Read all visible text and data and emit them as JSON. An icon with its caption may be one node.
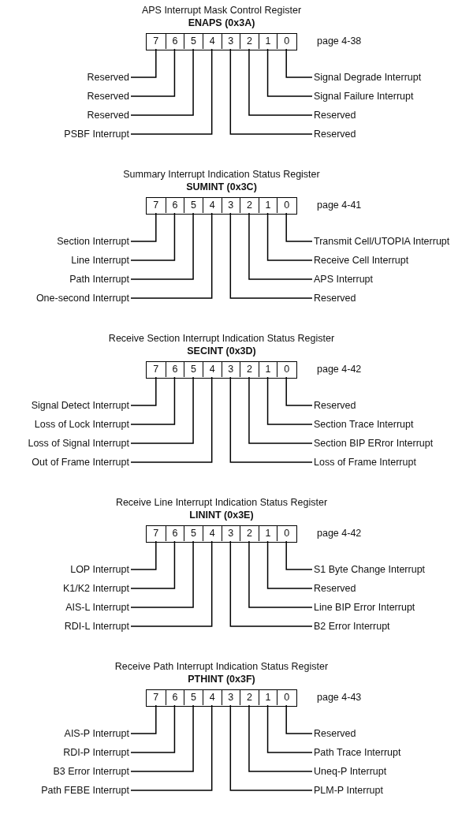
{
  "diagram": {
    "nodes": [
      {
        "text": [
          "APS Interrupt Mask Control Register",
          "ENAPS (0x3A)"
        ],
        "beside": [
          "page 4-38"
        ]
      },
      {
        "text": [
          "7"
        ],
        "in": 0
      },
      {
        "text": [
          "6"
        ],
        "in": 0
      },
      {
        "text": [
          "5"
        ],
        "in": 0
      },
      {
        "text": [
          "4"
        ],
        "in": 0
      },
      {
        "text": [
          "3"
        ],
        "in": 0
      },
      {
        "text": [
          "2"
        ],
        "in": 0
      },
      {
        "text": [
          "1"
        ],
        "in": 0
      },
      {
        "text": [
          "0"
        ],
        "in": 0
      },
      {
        "text": [
          "Reserved"
        ]
      },
      {
        "text": [
          "Signal Degrade Interrupt"
        ]
      },
      {
        "text": [
          "Reserved"
        ]
      },
      {
        "text": [
          "Signal Failure Interrupt"
        ]
      },
      {
        "text": [
          "Reserved"
        ]
      },
      {
        "text": [
          "Reserved"
        ]
      },
      {
        "text": [
          "PSBF Interrupt"
        ]
      },
      {
        "text": [
          "Reserved"
        ]
      },
      {
        "text": [
          "Summary Interrupt Indication Status Register",
          "SUMINT (0x3C)"
        ],
        "beside": [
          "page 4-41"
        ]
      },
      {
        "text": [
          "7"
        ],
        "in": 17
      },
      {
        "text": [
          "6"
        ],
        "in": 17
      },
      {
        "text": [
          "5"
        ],
        "in": 17
      },
      {
        "text": [
          "4"
        ],
        "in": 17
      },
      {
        "text": [
          "3"
        ],
        "in": 17
      },
      {
        "text": [
          "2"
        ],
        "in": 17
      },
      {
        "text": [
          "1"
        ],
        "in": 17
      },
      {
        "text": [
          "0"
        ],
        "in": 17
      },
      {
        "text": [
          "Section Interrupt"
        ]
      },
      {
        "text": [
          "Transmit Cell/UTOPIA Interrupt"
        ]
      },
      {
        "text": [
          "Line Interrupt"
        ]
      },
      {
        "text": [
          "Receive Cell Interrupt"
        ]
      },
      {
        "text": [
          "Path Interrupt"
        ]
      },
      {
        "text": [
          "APS Interrupt"
        ]
      },
      {
        "text": [
          "One-second Interrupt"
        ]
      },
      {
        "text": [
          "Reserved"
        ]
      },
      {
        "text": [
          "Receive Section Interrupt Indication Status Register",
          "SECINT (0x3D)"
        ],
        "beside": [
          "page 4-42"
        ]
      },
      {
        "text": [
          "7"
        ],
        "in": 34
      },
      {
        "text": [
          "6"
        ],
        "in": 34
      },
      {
        "text": [
          "5"
        ],
        "in": 34
      },
      {
        "text": [
          "4"
        ],
        "in": 34
      },
      {
        "text": [
          "3"
        ],
        "in": 34
      },
      {
        "text": [
          "2"
        ],
        "in": 34
      },
      {
        "text": [
          "1"
        ],
        "in": 34
      },
      {
        "text": [
          "0"
        ],
        "in": 34
      },
      {
        "text": [
          "Signal Detect Interrupt"
        ]
      },
      {
        "text": [
          "Reserved"
        ]
      },
      {
        "text": [
          "Loss of Lock Interrupt"
        ]
      },
      {
        "text": [
          "Section Trace Interrupt"
        ]
      },
      {
        "text": [
          "Loss of Signal Interrupt"
        ]
      },
      {
        "text": [
          "Section BIP ERror Interrupt"
        ]
      },
      {
        "text": [
          "Out of Frame Interrupt"
        ]
      },
      {
        "text": [
          "Loss of Frame Interrupt"
        ]
      },
      {
        "text": [
          "Receive Line Interrupt Indication Status Register",
          "LININT (0x3E)"
        ],
        "beside": [
          "page 4-42"
        ]
      },
      {
        "text": [
          "7"
        ],
        "in": 51
      },
      {
        "text": [
          "6"
        ],
        "in": 51
      },
      {
        "text": [
          "5"
        ],
        "in": 51
      },
      {
        "text": [
          "4"
        ],
        "in": 51
      },
      {
        "text": [
          "3"
        ],
        "in": 51
      },
      {
        "text": [
          "2"
        ],
        "in": 51
      },
      {
        "text": [
          "1"
        ],
        "in": 51
      },
      {
        "text": [
          "0"
        ],
        "in": 51
      },
      {
        "text": [
          "LOP Interrupt"
        ]
      },
      {
        "text": [
          "S1 Byte Change Interrupt"
        ]
      },
      {
        "text": [
          "K1/K2 Interrupt"
        ]
      },
      {
        "text": [
          "Reserved"
        ]
      },
      {
        "text": [
          "AIS-L Interrupt"
        ]
      },
      {
        "text": [
          "Line BIP Error Interrupt"
        ]
      },
      {
        "text": [
          "RDI-L Interrupt"
        ]
      },
      {
        "text": [
          "B2 Error Interrupt"
        ]
      },
      {
        "text": [
          "Receive Path Interrupt Indication Status Register",
          "PTHINT (0x3F)"
        ],
        "beside": [
          "page 4-43"
        ]
      },
      {
        "text": [
          "7"
        ],
        "in": 68
      },
      {
        "text": [
          "6"
        ],
        "in": 68
      },
      {
        "text": [
          "5"
        ],
        "in": 68
      },
      {
        "text": [
          "4"
        ],
        "in": 68
      },
      {
        "text": [
          "3"
        ],
        "in": 68
      },
      {
        "text": [
          "2"
        ],
        "in": 68
      },
      {
        "text": [
          "1"
        ],
        "in": 68
      },
      {
        "text": [
          "0"
        ],
        "in": 68
      },
      {
        "text": [
          "AIS-P Interrupt"
        ]
      },
      {
        "text": [
          "Reserved"
        ]
      },
      {
        "text": [
          "RDI-P Interrupt"
        ]
      },
      {
        "text": [
          "Path Trace Interrupt"
        ]
      },
      {
        "text": [
          "B3 Error Interrupt"
        ]
      },
      {
        "text": [
          "Uneq-P Interrupt"
        ]
      },
      {
        "text": [
          "Path FEBE Interrupt"
        ]
      },
      {
        "text": [
          "PLM-P Interrupt"
        ]
      }
    ],
    "edges": [
      {
        "from": 9,
        "to": 1,
        "arrow": "none"
      },
      {
        "from": 10,
        "to": 8,
        "arrow": "none"
      },
      {
        "from": 11,
        "to": 2,
        "arrow": "none"
      },
      {
        "from": 12,
        "to": 7,
        "arrow": "none"
      },
      {
        "from": 13,
        "to": 3,
        "arrow": "none"
      },
      {
        "from": 14,
        "to": 6,
        "arrow": "none"
      },
      {
        "from": 15,
        "to": 4,
        "arrow": "none"
      },
      {
        "from": 16,
        "to": 5,
        "arrow": "none"
      },
      {
        "from": 26,
        "to": 18,
        "arrow": "none"
      },
      {
        "from": 27,
        "to": 25,
        "arrow": "none"
      },
      {
        "from": 28,
        "to": 19,
        "arrow": "none"
      },
      {
        "from": 29,
        "to": 24,
        "arrow": "none"
      },
      {
        "from": 30,
        "to": 20,
        "arrow": "none"
      },
      {
        "from": 31,
        "to": 23,
        "arrow": "none"
      },
      {
        "from": 32,
        "to": 21,
        "arrow": "none"
      },
      {
        "from": 33,
        "to": 22,
        "arrow": "none"
      },
      {
        "from": 43,
        "to": 35,
        "arrow": "none"
      },
      {
        "from": 44,
        "to": 42,
        "arrow": "none"
      },
      {
        "from": 45,
        "to": 36,
        "arrow": "none"
      },
      {
        "from": 46,
        "to": 41,
        "arrow": "none"
      },
      {
        "from": 47,
        "to": 37,
        "arrow": "none"
      },
      {
        "from": 48,
        "to": 40,
        "arrow": "none"
      },
      {
        "from": 49,
        "to": 38,
        "arrow": "none"
      },
      {
        "from": 50,
        "to": 39,
        "arrow": "none"
      },
      {
        "from": 60,
        "to": 52,
        "arrow": "none"
      },
      {
        "from": 61,
        "to": 59,
        "arrow": "none"
      },
      {
        "from": 62,
        "to": 53,
        "arrow": "none"
      },
      {
        "from": 63,
        "to": 58,
        "arrow": "none"
      },
      {
        "from": 64,
        "to": 54,
        "arrow": "none"
      },
      {
        "from": 65,
        "to": 57,
        "arrow": "none"
      },
      {
        "from": 66,
        "to": 55,
        "arrow": "none"
      },
      {
        "from": 67,
        "to": 56,
        "arrow": "none"
      },
      {
        "from": 77,
        "to": 69,
        "arrow": "none"
      },
      {
        "from": 78,
        "to": 76,
        "arrow": "none"
      },
      {
        "from": 79,
        "to": 70,
        "arrow": "none"
      },
      {
        "from": 80,
        "to": 75,
        "arrow": "none"
      },
      {
        "from": 81,
        "to": 71,
        "arrow": "none"
      },
      {
        "from": 82,
        "to": 74,
        "arrow": "none"
      },
      {
        "from": 83,
        "to": 72,
        "arrow": "none"
      },
      {
        "from": 84,
        "to": 73,
        "arrow": "none"
      }
    ]
  }
}
